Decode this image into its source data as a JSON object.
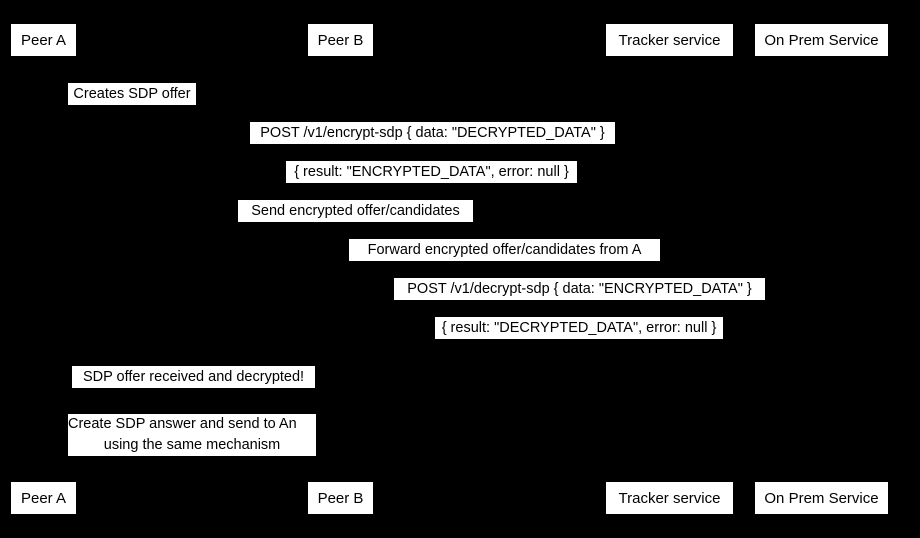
{
  "diagram": {
    "type": "sequence-diagram",
    "background_color": "#000000",
    "label_background_color": "#ffffff",
    "label_text_color": "#000000",
    "participants": [
      {
        "id": "peer-a",
        "label": "Peer A"
      },
      {
        "id": "peer-b",
        "label": "Peer B"
      },
      {
        "id": "tracker-service",
        "label": "Tracker service"
      },
      {
        "id": "on-prem-service",
        "label": "On Prem Service"
      }
    ],
    "messages": [
      {
        "id": "creates-sdp-offer",
        "label": "Creates SDP offer",
        "from": "peer-a",
        "to": "peer-a"
      },
      {
        "id": "post-encrypt-sdp",
        "label": "POST /v1/encrypt-sdp { data: \"DECRYPTED_DATA\" }",
        "from": "peer-a",
        "to": "on-prem-service"
      },
      {
        "id": "encrypt-sdp-result",
        "label": "{ result: \"ENCRYPTED_DATA\", error: null }",
        "from": "on-prem-service",
        "to": "peer-a"
      },
      {
        "id": "send-encrypted-offer",
        "label": "Send encrypted offer/candidates",
        "from": "peer-a",
        "to": "tracker-service"
      },
      {
        "id": "forward-encrypted-offer",
        "label": "Forward encrypted offer/candidates from A",
        "from": "tracker-service",
        "to": "peer-b"
      },
      {
        "id": "post-decrypt-sdp",
        "label": "POST /v1/decrypt-sdp { data: \"ENCRYPTED_DATA\" }",
        "from": "peer-b",
        "to": "on-prem-service"
      },
      {
        "id": "decrypt-sdp-result",
        "label": "{ result: \"DECRYPTED_DATA\", error: null }",
        "from": "on-prem-service",
        "to": "peer-b"
      },
      {
        "id": "sdp-offer-received",
        "label": "SDP offer received and decrypted!",
        "from": "peer-b",
        "to": "peer-b"
      },
      {
        "id": "create-sdp-answer",
        "label": "Create SDP answer and send to An using the same mechanism",
        "line_1": "Create SDP answer and send to An",
        "line_2": "using the same mechanism",
        "from": "peer-b",
        "to": "peer-a"
      }
    ]
  }
}
